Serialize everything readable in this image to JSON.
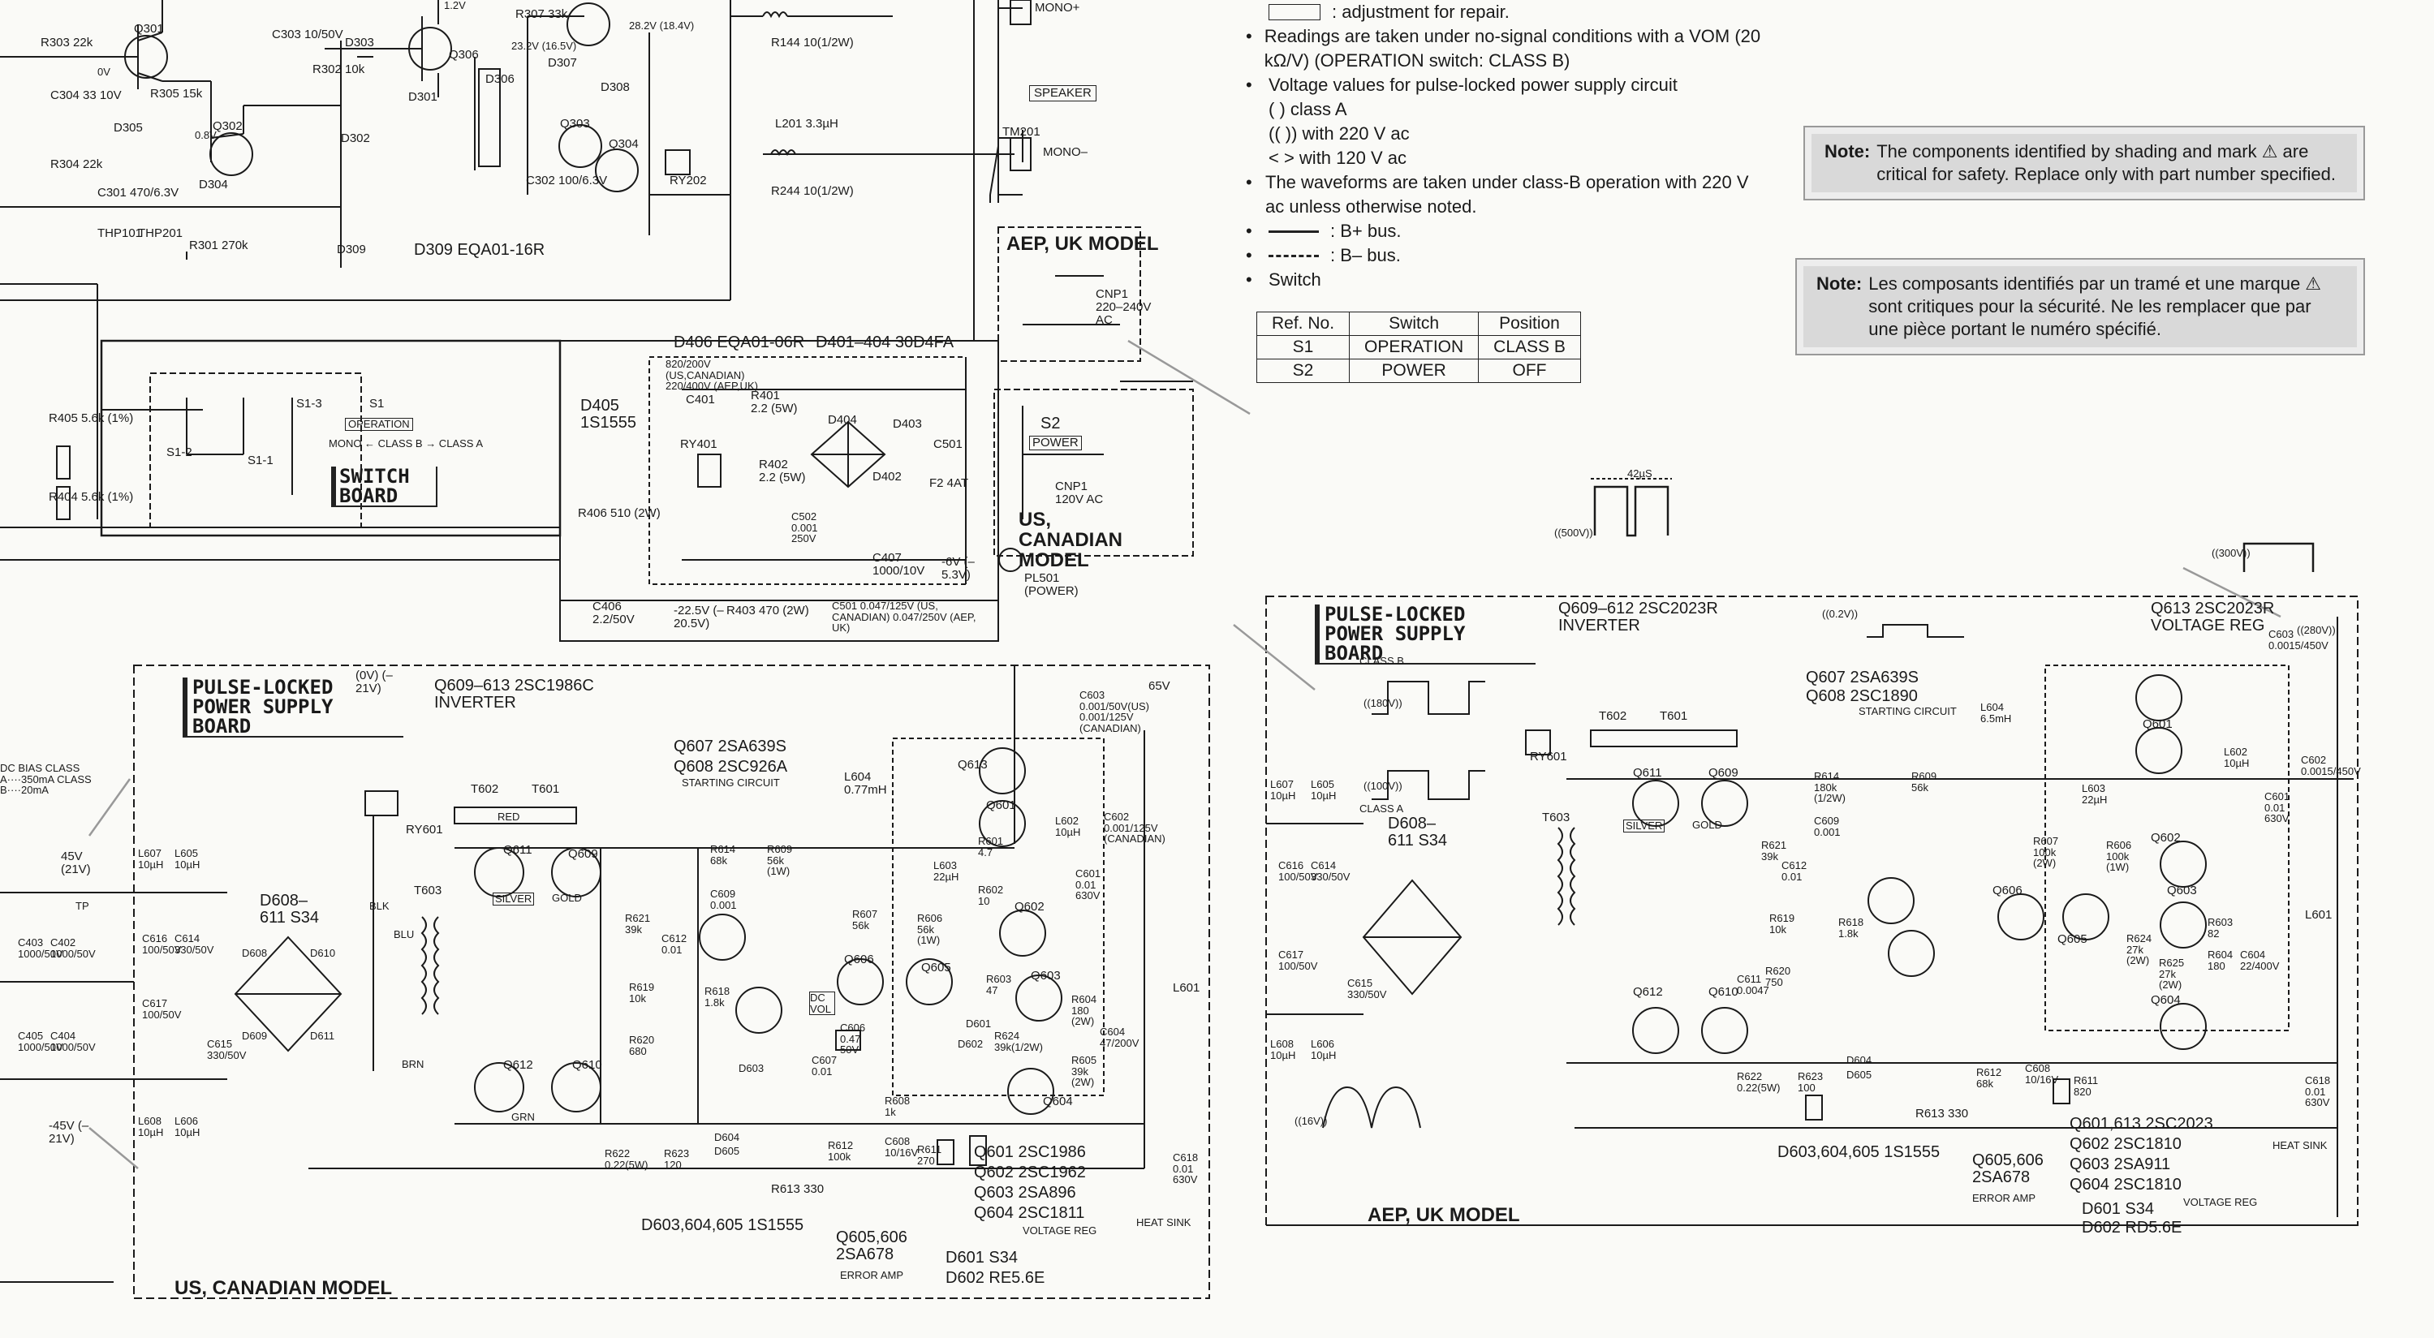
{
  "notes": {
    "line0": ": adjustment for repair.",
    "b1": "Readings are taken under no-signal conditions with a VOM (20 kΩ/V) (OPERATION switch: CLASS B)",
    "b2": "Voltage values for pulse-locked power supply circuit",
    "b2a": "( ) class A",
    "b2b": "(( )) with 220 V ac",
    "b2c": "< > with 120 V ac",
    "b3": "The waveforms are taken under class-B operation with 220 V ac unless otherwise noted.",
    "b4": ": B+ bus.",
    "b5": ": B– bus.",
    "b6": "Switch"
  },
  "switch_table": {
    "headers": [
      "Ref. No.",
      "Switch",
      "Position"
    ],
    "rows": [
      [
        "S1",
        "OPERATION",
        "CLASS B"
      ],
      [
        "S2",
        "POWER",
        "OFF"
      ]
    ]
  },
  "note_en": {
    "label": "Note:",
    "text": "The components identified by shading and mark ⚠ are critical for safety. Replace only with part number specified."
  },
  "note_fr": {
    "label": "Note:",
    "text": "Les composants identifiés par un tramé et une marque ⚠ sont critiques pour la sécurité. Ne les remplacer que par une pièce portant le numéro spécifié."
  },
  "boards": {
    "switch_board": "SWITCH BOARD",
    "pulse_left": "PULSE-LOCKED POWER SUPPLY BOARD",
    "pulse_right": "PULSE-LOCKED POWER SUPPLY BOARD"
  },
  "models": {
    "aep_uk_small": "AEP, UK MODEL",
    "us_can_small": "US, CANADIAN MODEL",
    "us_can_bottom": "US, CANADIAN MODEL",
    "aep_uk_bottom": "AEP, UK MODEL"
  },
  "speaker": "SPEAKER",
  "labels_top": {
    "r303": "R303 22k",
    "q301": "Q301",
    "c303": "C303 10/50V",
    "d303": "D303",
    "q306": "Q306",
    "r307": "R307 33k",
    "v282": "28.2V (18.4V)",
    "r144": "R144 10(1/2W)",
    "tm_mono": "MONO+",
    "c304": "C304 33 10V",
    "d305": "D305",
    "r305": "R305 15k",
    "q302": "Q302",
    "r302": "R302 10k",
    "d301": "D301",
    "d306": "D306",
    "d307": "D307",
    "d308": "D308",
    "q303": "Q303",
    "q304": "Q304",
    "l201": "L201 3.3µH",
    "tm201": "TM201",
    "mono2": "MONO–",
    "r304": "R304 22k",
    "c301": "C301 470/6.3V",
    "d304": "D304",
    "d302": "D302",
    "c302": "C302 100/6.3V",
    "ry202": "RY202",
    "r244": "R244 10(1/2W)",
    "thp101": "THP101",
    "thp201": "THP201",
    "r301": "R301 270k",
    "d309": "D309",
    "d309t": "D309 EQA01-16R",
    "v0": "0V",
    "v08": "0.8V",
    "v12": "1.2V",
    "v232": "23.2V (16.5V)"
  },
  "labels_mid": {
    "d406": "D406 EQA01-06R",
    "d401": "D401–404 30D4FA",
    "r401": "R401 2.2 (5W)",
    "r402": "R402 2.2 (5W)",
    "ry401": "RY401",
    "c401": "C401",
    "d404": "D404",
    "d403": "D403",
    "d402": "D402",
    "c501": "C501",
    "f2": "F2 4AT",
    "cnp1": "CNP1 120V AC",
    "s2": "S2",
    "power": "POWER",
    "pl501": "PL501 (POWER)",
    "c407": "C407 1000/10V",
    "v6": "-6V (–5.3V)",
    "d405": "D405 1S1555",
    "r406": "R406 510 (2W)",
    "c406": "C406 2.2/50V",
    "r403": "R403 470 (2W)",
    "v225": "-22.5V (–20.5V)",
    "c501b": "C501 0.047/125V (US, CANADIAN) 0.047/250V (AEP, UK)",
    "c502": "C502 0.001 250V",
    "v820": "820/200V (US,CANADIAN) 220/400V (AEP,UK)",
    "cnp1b": "CNP1 220–240V AC",
    "r405": "R405 5.6k (1%)",
    "r404": "R404 5.6k (1%)",
    "s1": "S1",
    "s1b": "S1-2",
    "s1c": "S1-3",
    "s1d": "S1-1",
    "operation": "OPERATION",
    "mono_seq": "MONO ← CLASS B → CLASS A"
  },
  "labels_left_board": {
    "q609": "Q609–613 2SC1986C INVERTER",
    "v21": "(0V) (–21V)",
    "ry601": "RY601",
    "t602": "T602",
    "t601": "T601",
    "red": "RED",
    "q611": "Q611",
    "q609b": "Q609",
    "silver": "SILVER",
    "gold": "GOLD",
    "t603": "T603",
    "d608": "D608–611 S34",
    "d608a": "D608",
    "d610": "D610",
    "d609": "D609",
    "d611": "D611",
    "q607": "Q607 2SA639S",
    "q608": "Q608 2SC926A",
    "starting": "STARTING CIRCUIT",
    "l604": "L604 0.77mH",
    "r614": "R614 68k",
    "r609": "R609 56k (1W)",
    "c609": "C609 0.001",
    "c612": "C612 0.01",
    "r621": "R621 39k",
    "r619": "R619 10k",
    "r618": "R618 1.8k",
    "r620": "R620 680",
    "q612": "Q612",
    "q610": "Q610",
    "grn": "GRN",
    "d603": "D603",
    "d604": "D604",
    "d605": "D605",
    "r622": "R622 0.22(5W)",
    "r623": "R623 120",
    "r613": "R613 330",
    "r612": "R612 100k",
    "c608": "C608 10/16V",
    "r611": "R611 270",
    "c607": "C607 0.01",
    "c606": "C606 0.47 50V",
    "q606": "Q606",
    "q605": "Q605",
    "r607": "R607 56k",
    "r606": "R606 56k (1W)",
    "r608": "R608 1k",
    "q613": "Q613",
    "q601": "Q601",
    "q602": "Q602",
    "q603": "Q603",
    "q604": "Q604",
    "l603": "L603 22µH",
    "l602": "L602 10µH",
    "c601": "C601 0.01 630V",
    "c602": "C602 0.001/125V (CANADIAN)",
    "c603": "C603 0.001/50V(US) 0.001/125V (CANADIAN)",
    "r601": "R601 4.7",
    "r602": "R602 10",
    "r603": "R603 47",
    "r604": "R604 180 (2W)",
    "r605": "R605 39k (2W)",
    "r624": "R624 39k(1/2W)",
    "d602": "D602",
    "d601": "D601",
    "c604": "C604 47/200V",
    "l601": "L601",
    "c618": "C618 0.01 630V",
    "heat": "HEAT SINK",
    "v65": "65V",
    "q601l": "Q601 2SC1986",
    "q602l": "Q602 2SC1962",
    "q603l": "Q603 2SA896",
    "q604l": "Q604 2SC1811",
    "vreg": "VOLTAGE REG",
    "q605l": "Q605,606 2SA678",
    "error": "ERROR AMP",
    "d601l": "D601 S34",
    "d602l": "D602 RE5.6E",
    "d603l": "D603,604,605 1S1555",
    "l607": "L607 10µH",
    "l605": "L605 10µH",
    "l608": "L608 10µH",
    "l606": "L606 10µH",
    "c617": "C617 100/50V",
    "c614": "C614 330/50V",
    "c616": "C616 100/50V",
    "c615": "C615 330/50V",
    "c403": "C403 1000/50V",
    "c402": "C402 1000/50V",
    "c405": "C405 1000/50V",
    "c404": "C404 1000/50V",
    "v45": "45V (21V)",
    "v45n": "-45V (–21V)",
    "dcbias": "DC BIAS CLASS A····350mA CLASS B····20mA",
    "blk": "BLK",
    "blu": "BLU",
    "brn": "BRN",
    "tp": "TP",
    "dcvol": "DC VOL"
  },
  "labels_right_board": {
    "q609": "Q609–612 2SC2023R INVERTER",
    "q613": "Q613 2SC2023R VOLTAGE REG",
    "ry601": "RY601",
    "t602": "T602",
    "t601": "T601",
    "t603": "T603",
    "q611": "Q611",
    "q609b": "Q609",
    "silver": "SILVER",
    "gold": "GOLD",
    "classb": "CLASS B",
    "classa": "CLASS A",
    "d608": "D608–611 S34",
    "q607": "Q607 2SA639S",
    "q608": "Q608 2SC1890",
    "starting": "STARTING CIRCUIT",
    "l604": "L604 6.5mH",
    "l602": "L602 10µH",
    "l603": "L603 22µH",
    "c603": "C603 0.0015/450V",
    "r614": "R614 180k (1/2W)",
    "r609": "R609 56k",
    "c609": "C609 0.001",
    "c612": "C612 0.01",
    "r621": "R621 39k",
    "r619": "R619 10k",
    "r618": "R618 1.8k",
    "r620": "R620 750",
    "c611": "C611 0.0047",
    "q612": "Q612",
    "q610": "Q610",
    "d604": "D604",
    "d605": "D605",
    "r622": "R622 0.22(5W)",
    "r623": "R623 100",
    "r613": "R613 330",
    "r612": "R612 68k",
    "c608": "C608 10/16V",
    "r611": "R611 820",
    "q601": "Q601",
    "q602": "Q602",
    "q603": "Q603",
    "q604": "Q604",
    "q605": "Q605",
    "q606": "Q606",
    "r607": "R607 100k (2W)",
    "r606": "R606 100k (1W)",
    "r603": "R603 82",
    "r604": "R604 180",
    "r624": "R624 27k (2W)",
    "r625": "R625 27k (2W)",
    "c604": "C604 22/400V",
    "c601": "C601 0.01 630V",
    "c602": "C602 0.0015/450V",
    "q601l": "Q601,613 2SC2023",
    "q602l": "Q602 2SC1810",
    "q603l": "Q603 2SA911",
    "q604l": "Q604 2SC1810",
    "vreg": "VOLTAGE REG",
    "q605l": "Q605,606 2SA678",
    "error": "ERROR AMP",
    "d601l": "D601 S34",
    "d602l": "D602 RD5.6E",
    "d603l": "D603,604,605 1S1555",
    "c618": "C618 0.01 630V",
    "heat": "HEAT SINK",
    "l601": "L601",
    "l607": "L607 10µH",
    "l605": "L605 10µH",
    "l608": "L608 10µH",
    "l606": "L606 10µH",
    "c617": "C617 100/50V",
    "c614": "C614 330/50V",
    "c616": "C616 100/50V",
    "c615": "C615 330/50V",
    "v500": "((500V))",
    "v300": "((300V))",
    "v280": "((280V))",
    "v42": "42µS",
    "v180": "((180V))",
    "v100": "((100V))",
    "v16": "((16V))",
    "v102": "((0.2V))"
  }
}
